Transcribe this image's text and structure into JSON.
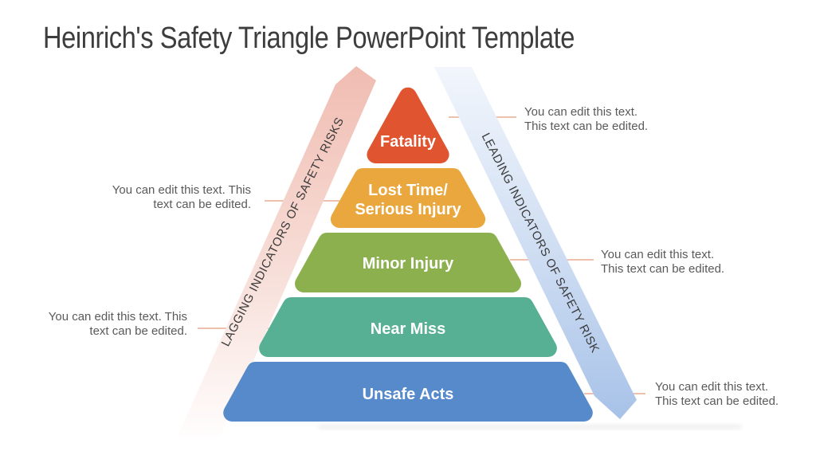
{
  "slide": {
    "title": "Heinrich's Safety Triangle PowerPoint Template"
  },
  "theme": {
    "background": "#ffffff",
    "title_color": "#3d3d3d",
    "callout_text_color": "#5a5a5a",
    "callout_line_color": "#eec0ae",
    "band_text_color": "#3a3a3a",
    "label_text_color": "#ffffff"
  },
  "arrows": {
    "left": {
      "label": "LAGGING INDICATORS OF SAFETY RISKS",
      "color_top": "#f0bcb1",
      "color_mid": "#f7ded8",
      "color_bottom": "#fffdfd"
    },
    "right": {
      "label": "LEADING INDICATORS OF SAFETY RISK",
      "color_top": "#f2f6fc",
      "color_mid": "#cddcf2",
      "color_bottom": "#a7c2e8"
    }
  },
  "pyramid": {
    "levels": [
      {
        "name": "fatality",
        "color": "#e05430",
        "lines": [
          "Fatality"
        ]
      },
      {
        "name": "lost-time-serious-injury",
        "color": "#eaa73e",
        "lines": [
          "Lost Time/",
          "Serious Injury"
        ]
      },
      {
        "name": "minor-injury",
        "color": "#8bb04d",
        "lines": [
          "Minor Injury"
        ]
      },
      {
        "name": "near-miss",
        "color": "#57b093",
        "lines": [
          "Near Miss"
        ]
      },
      {
        "name": "unsafe-acts",
        "color": "#568aca",
        "lines": [
          "Unsafe Acts"
        ]
      }
    ]
  },
  "callouts": [
    {
      "position": "right-of-fatality",
      "lines": [
        "You can edit this text.",
        "This text can be edited."
      ]
    },
    {
      "position": "left-of-lost-time",
      "lines": [
        "You can edit this text. This",
        "text can be edited."
      ]
    },
    {
      "position": "right-of-minor-injury",
      "lines": [
        "You can edit this text.",
        "This text can be edited."
      ]
    },
    {
      "position": "left-of-near-miss",
      "lines": [
        "You can edit this text. This",
        "text can be edited."
      ]
    },
    {
      "position": "right-of-unsafe-acts",
      "lines": [
        "You can edit this text.",
        "This text can be edited."
      ]
    }
  ]
}
